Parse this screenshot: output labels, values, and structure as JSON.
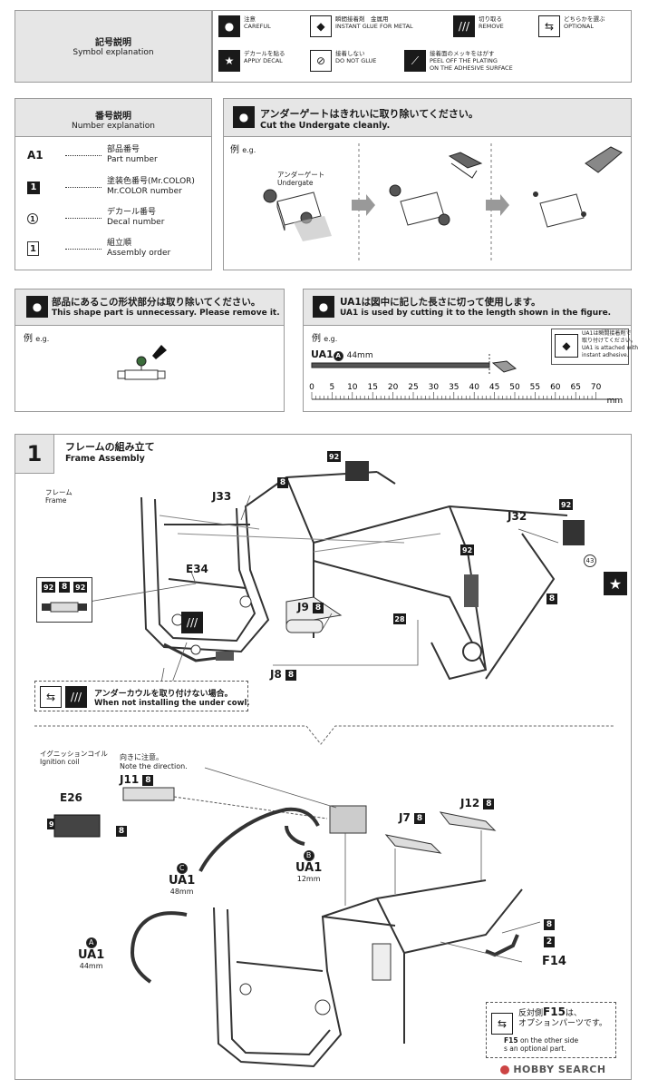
{
  "symbol_explanation": {
    "title_jp": "記号説明",
    "title_en": "Symbol explanation",
    "items": [
      {
        "jp": "注意",
        "en": "CAREFUL",
        "icon": "careful-icon"
      },
      {
        "jp": "瞬間接着剤　金属用",
        "en": "INSTANT GLUE FOR METAL",
        "icon": "instant-glue-icon"
      },
      {
        "jp": "切り取る",
        "en": "REMOVE",
        "icon": "cut-icon"
      },
      {
        "jp": "どちらかを選ぶ",
        "en": "OPTIONAL",
        "icon": "optional-icon"
      },
      {
        "jp": "デカールを貼る",
        "en": "APPLY DECAL",
        "icon": "star-icon"
      },
      {
        "jp": "接着しない",
        "en": "DO NOT GLUE",
        "icon": "no-glue-icon"
      },
      {
        "jp": "接着面のメッキをはがす",
        "en": "PEEL OFF THE PLATING",
        "en2": "ON THE ADHESIVE SURFACE",
        "icon": "peel-plating-icon"
      }
    ]
  },
  "number_explanation": {
    "title_jp": "番号説明",
    "title_en": "Number explanation",
    "rows": [
      {
        "key": "A1",
        "jp": "部品番号",
        "en": "Part number"
      },
      {
        "key": "1",
        "jp": "塗装色番号(Mr.COLOR)",
        "en": "Mr.COLOR number"
      },
      {
        "key": "1",
        "jp": "デカール番号",
        "en": "Decal number"
      },
      {
        "key": "1",
        "jp": "組立順",
        "en": "Assembly order"
      }
    ]
  },
  "undergate": {
    "jp": "アンダーゲートはきれいに取り除いてください。",
    "en": "Cut the Undergate cleanly.",
    "eg": "例",
    "eg_en": "e.g.",
    "gate_jp": "アンダーゲート",
    "gate_en": "Undergate"
  },
  "remove_shape": {
    "jp": "部品にあるこの形状部分は取り除いてください。",
    "en": "This shape part is unnecessary. Please remove it.",
    "eg": "例",
    "eg_en": "e.g."
  },
  "ua1_cut": {
    "jp": "UA1は図中に記した長さに切って使用します。",
    "en": "UA1 is used by cutting it to the length shown in the figure.",
    "eg": "例",
    "eg_en": "e.g.",
    "part": "UA1",
    "part_letter": "A",
    "length": "44mm",
    "note_jp1": "UA1は瞬間接着剤で",
    "note_jp2": "取り付けてください。",
    "note_en1": "UA1 is attached with",
    "note_en2": "instant adhesive.",
    "ruler_ticks": [
      "0",
      "5",
      "10",
      "15",
      "20",
      "25",
      "30",
      "35",
      "40",
      "45",
      "50",
      "55",
      "60",
      "65",
      "70"
    ],
    "ruler_unit": "mm"
  },
  "step1": {
    "number": "1",
    "title_jp": "フレームの組み立て",
    "title_en": "Frame Assembly",
    "frame_jp": "フレーム",
    "frame_en": "Frame",
    "parts": {
      "j33": "J33",
      "j32": "J32",
      "e34": "E34",
      "j9": "J9",
      "j8": "J8",
      "c92": "92",
      "c8": "8",
      "c28": "28",
      "c43": "43",
      "c2": "2"
    },
    "under_cowl_jp": "アンダーカウルを取り付けない場合。",
    "under_cowl_en": "When not installing the under cowl.",
    "ignition_jp": "イグニッションコイル",
    "ignition_en": "Ignition coil",
    "direction_jp": "向きに注意。",
    "direction_en": "Note the direction.",
    "j11": "J11",
    "e26": "E26",
    "j7": "J7",
    "j12": "J12",
    "ua1_c": {
      "letter": "C",
      "name": "UA1",
      "len": "48mm"
    },
    "ua1_b": {
      "letter": "B",
      "name": "UA1",
      "len": "12mm"
    },
    "ua1_a": {
      "letter": "A",
      "name": "UA1",
      "len": "44mm"
    },
    "f14": "F14",
    "f15_jp1": "反対側",
    "f15_part": "F15",
    "f15_jp2": "は、",
    "f15_jp3": "オプションパーツです。",
    "f15_en_part": "F15",
    "f15_en1": "on the other side",
    "f15_en2": "s an optional part."
  },
  "watermark": "HOBBY SEARCH"
}
